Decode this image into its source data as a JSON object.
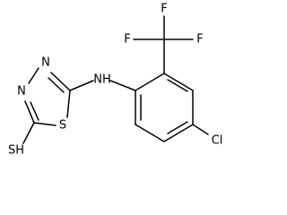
{
  "molecule": {
    "atoms": {
      "F1": "F",
      "F2": "F",
      "F3": "F",
      "N1": "N",
      "N2": "N",
      "NH": "NH",
      "S": "S",
      "SH": "SH",
      "Cl": "Cl"
    }
  }
}
